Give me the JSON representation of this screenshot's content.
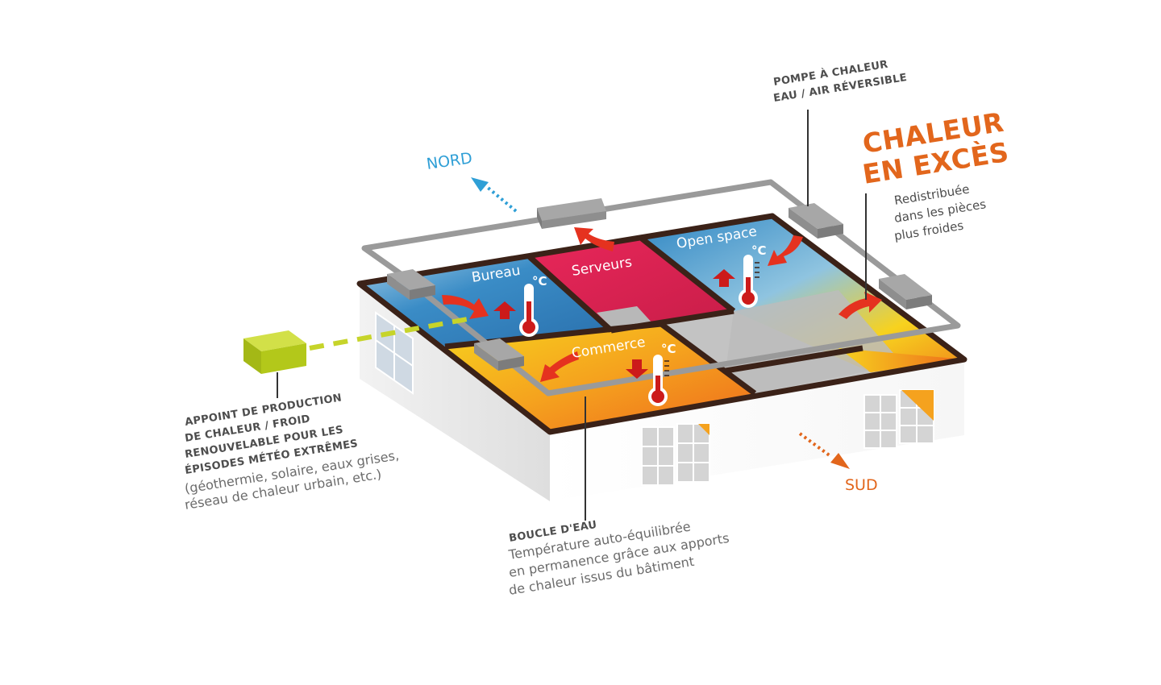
{
  "compass": {
    "north": "NORD",
    "south": "SUD"
  },
  "rooms": {
    "bureau": "Bureau",
    "serveurs": "Serveurs",
    "open_space": "Open space",
    "commerce": "Commerce"
  },
  "degree_symbol": "°C",
  "heat_pump": {
    "line1": "POMPE À CHALEUR",
    "line2": "EAU / AIR RÉVERSIBLE"
  },
  "excess_heat": {
    "title_line1": "CHALEUR",
    "title_line2": "EN EXCÈS",
    "desc_line1": "Redistribuée",
    "desc_line2": "dans les pièces",
    "desc_line3": "plus froides"
  },
  "backup": {
    "line1": "APPOINT DE PRODUCTION",
    "line2": "DE CHALEUR / FROID",
    "line3": "RENOUVELABLE POUR LES",
    "line4": "ÉPISODES MÉTÉO EXTRÊMES",
    "line5": "(géothermie, solaire, eaux grises,",
    "line6": "réseau de chaleur urbain, etc.)"
  },
  "water_loop": {
    "title": "BOUCLE D'EAU",
    "line1": "Température auto-équilibrée",
    "line2": "en permanence grâce aux apports",
    "line3": "de chaleur issus du bâtiment"
  },
  "colors": {
    "cold_blue": "#2f86c3",
    "server_red": "#d8204f",
    "warm_orange": "#f08a1c",
    "warm_yellow": "#f7d21e",
    "accent_orange": "#e2661c",
    "north_blue": "#2f9fd6",
    "backup_green": "#b3c81a",
    "wall_brown": "#3b2218",
    "pipe_grey": "#9a9a9a"
  }
}
